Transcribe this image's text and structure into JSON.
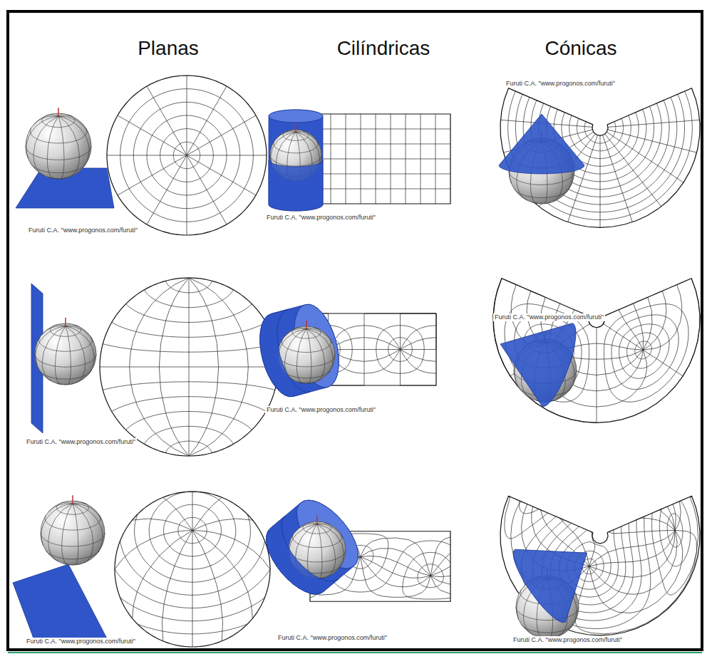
{
  "diagram": {
    "labels": [
      "Planas",
      "Cilíndricas",
      "Cónicas",
      "Furuti C.A. \"www.progonos.com/furuti\"",
      "Furuti C.A. \"www.progonos.com/furuti\"",
      "Furuti C.A. \"www.progonos.com/furuti\"",
      "Furuti C.A. \"www.progonos.com/furuti\"",
      "Furuti C.A. \"www.progonos.com/furuti\"",
      "Furuti C.A. \"www.progonos.com/furuti\"",
      "Furuti C.A. \"www.progonos.com/furuti\"",
      "Furuti C.A. \"www.progonos.com/furuti\"",
      "Furuti C.A. \"www.progonos.com/furuti\""
    ]
  }
}
